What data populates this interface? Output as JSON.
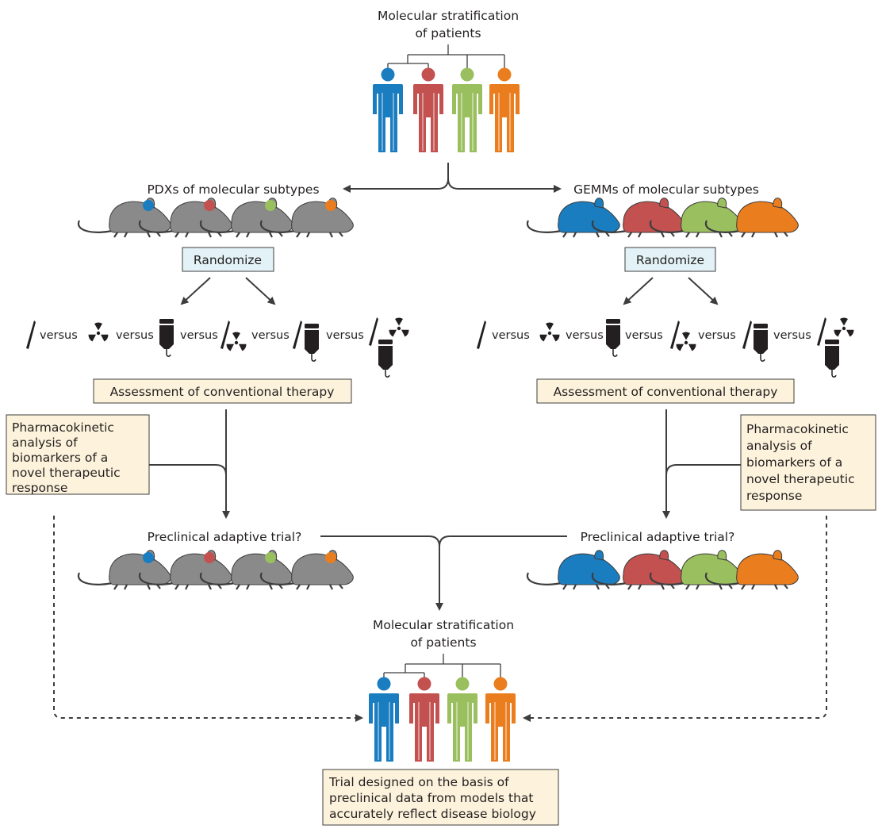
{
  "colors": {
    "blue": "#1a7dc0",
    "red": "#c25150",
    "green": "#9abf5e",
    "orange": "#ea7d1e",
    "gray_mouse": "#8a8a8a",
    "randomize_box": "#e2f2f6",
    "note_box": "#fdf3dc",
    "line": "#3d3d3d"
  },
  "top": {
    "title_line1": "Molecular stratification",
    "title_line2": "of patients"
  },
  "left": {
    "model_label": "PDXs of molecular subtypes",
    "randomize": "Randomize",
    "assessment": "Assessment of conventional therapy",
    "pk_line1": "Pharmacokinetic",
    "pk_line2": "analysis of",
    "pk_line3": "biomarkers of a",
    "pk_line4": "novel therapeutic",
    "pk_line5": "response",
    "adaptive": "Preclinical adaptive trial?"
  },
  "right": {
    "model_label": "GEMMs of molecular subtypes",
    "randomize": "Randomize",
    "assessment": "Assessment of conventional therapy",
    "pk_line1": "Pharmacokinetic",
    "pk_line2": "analysis of",
    "pk_line3": "biomarkers of a",
    "pk_line4": "novel therapeutic",
    "pk_line5": "response",
    "adaptive": "Preclinical adaptive trial?"
  },
  "versus": "versus",
  "treatments": [
    "scalpel-icon",
    "radiation-icon",
    "iv-bag-icon",
    "scalpel-radiation-icon",
    "scalpel-iv-bag-icon",
    "scalpel-radiation-iv-bag-icon"
  ],
  "bottom": {
    "title_line1": "Molecular stratification",
    "title_line2": "of patients",
    "trial_line1": "Trial designed on the basis of",
    "trial_line2": "preclinical data from models that",
    "trial_line3": "accurately reflect disease biology"
  }
}
